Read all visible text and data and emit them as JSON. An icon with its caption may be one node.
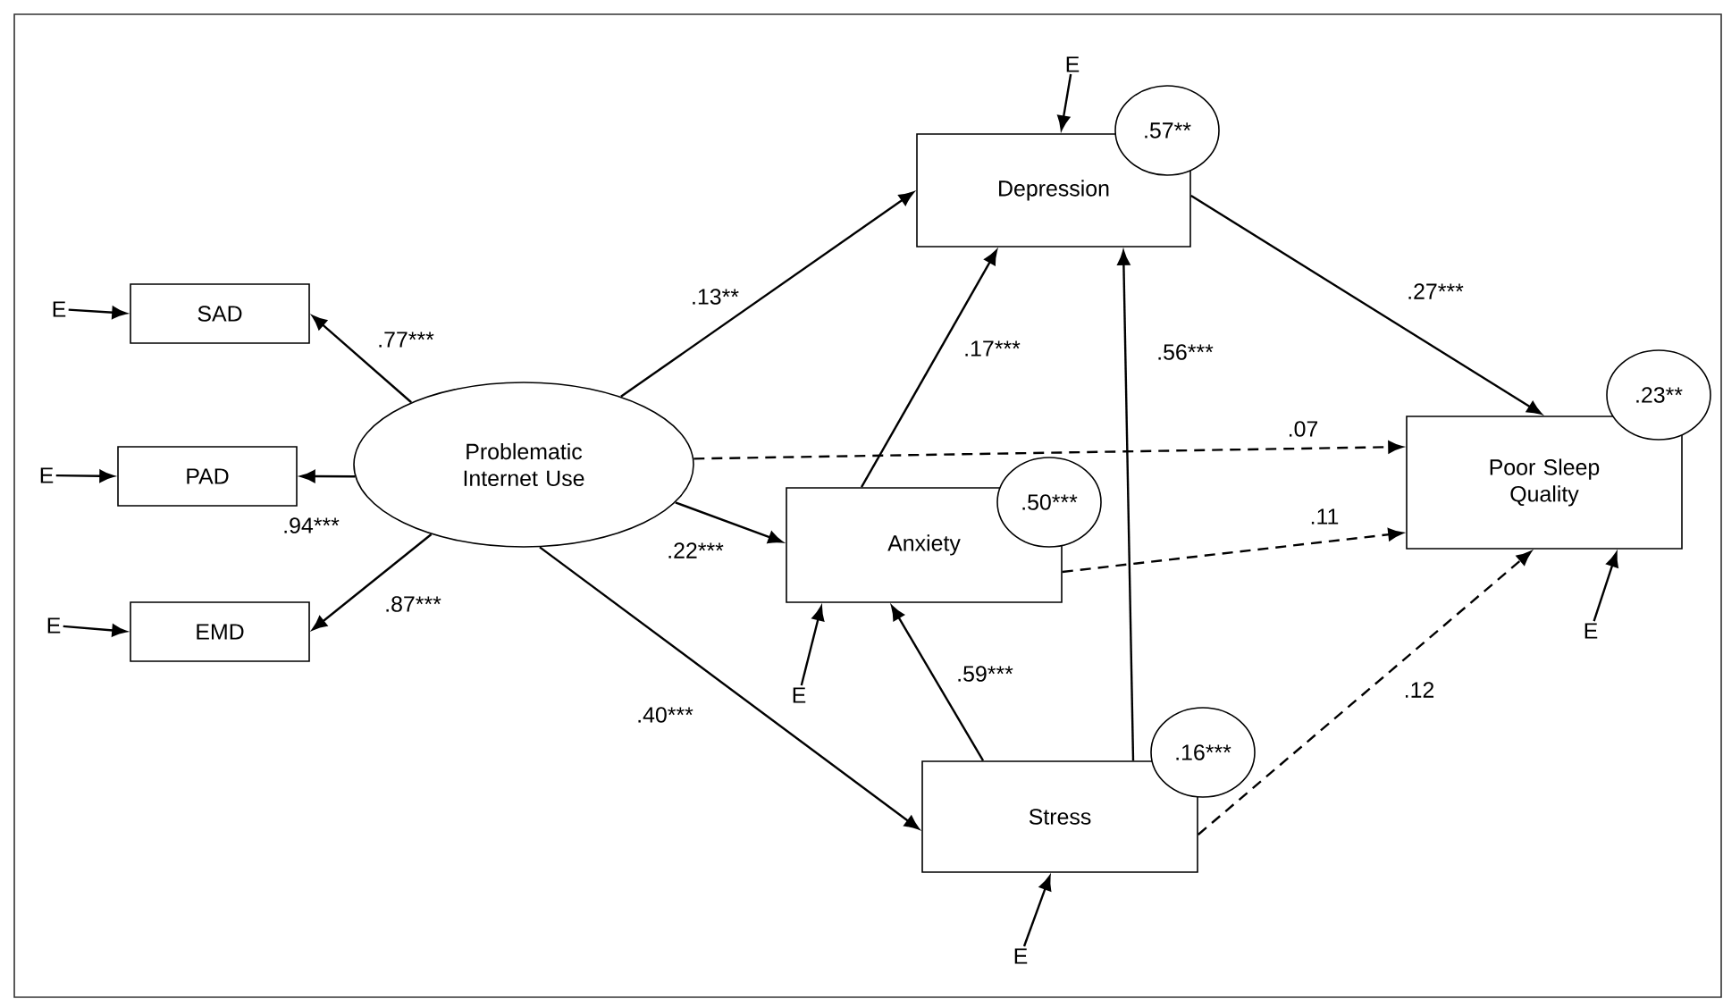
{
  "diagram": {
    "nodes": [
      {
        "text": [
          "E"
        ]
      },
      {
        "text": [
          "Depression"
        ]
      },
      {
        "text": [
          ".57**"
        ]
      },
      {
        "text": [
          "E"
        ]
      },
      {
        "text": [
          "SAD"
        ]
      },
      {
        "text": [
          "E"
        ]
      },
      {
        "text": [
          "PAD"
        ]
      },
      {
        "text": [
          "Problematic Internet Use"
        ]
      },
      {
        "text": [
          ".23**"
        ]
      },
      {
        "text": [
          "Poor Sleep Quality"
        ]
      },
      {
        "text": [
          "Anxiety"
        ]
      },
      {
        "text": [
          ".50***"
        ]
      },
      {
        "text": [
          "E"
        ]
      },
      {
        "text": [
          "EMD"
        ]
      },
      {
        "text": [
          "E"
        ]
      },
      {
        "text": [
          "E"
        ]
      },
      {
        "text": [
          ".16***"
        ]
      },
      {
        "text": [
          "Stress"
        ]
      },
      {
        "text": [
          "E"
        ]
      }
    ],
    "edges": [
      {
        "from": 0,
        "to": 1,
        "arrow": "to"
      },
      {
        "from": 3,
        "to": 4,
        "arrow": "to"
      },
      {
        "from": 5,
        "to": 6,
        "arrow": "to"
      },
      {
        "from": 12,
        "to": 13,
        "arrow": "to"
      },
      {
        "from": 14,
        "to": 10,
        "arrow": "to"
      },
      {
        "from": 18,
        "to": 17,
        "arrow": "to"
      },
      {
        "from": 15,
        "to": 9,
        "arrow": "to"
      },
      {
        "from": 7,
        "to": 4,
        "arrow": "to",
        "label": ".77***"
      },
      {
        "from": 7,
        "to": 6,
        "arrow": "to",
        "label": ".94***"
      },
      {
        "from": 7,
        "to": 13,
        "arrow": "to",
        "label": ".87***"
      },
      {
        "from": 7,
        "to": 1,
        "arrow": "to",
        "label": ".13**"
      },
      {
        "from": 7,
        "to": 9,
        "arrow": "to",
        "label": ".07",
        "style": "dashed"
      },
      {
        "from": 7,
        "to": 10,
        "arrow": "to",
        "label": ".22***"
      },
      {
        "from": 7,
        "to": 17,
        "arrow": "to",
        "label": ".40***"
      },
      {
        "from": 10,
        "to": 1,
        "arrow": "to",
        "label": ".17***"
      },
      {
        "from": 17,
        "to": 1,
        "arrow": "to",
        "label": ".56***"
      },
      {
        "from": 17,
        "to": 10,
        "arrow": "to",
        "label": ".59***"
      },
      {
        "from": 1,
        "to": 9,
        "arrow": "to",
        "label": ".27***"
      },
      {
        "from": 10,
        "to": 9,
        "arrow": "to",
        "label": ".11",
        "style": "dashed"
      },
      {
        "from": 17,
        "to": 9,
        "arrow": "to",
        "label": ".12",
        "style": "dashed"
      }
    ]
  }
}
